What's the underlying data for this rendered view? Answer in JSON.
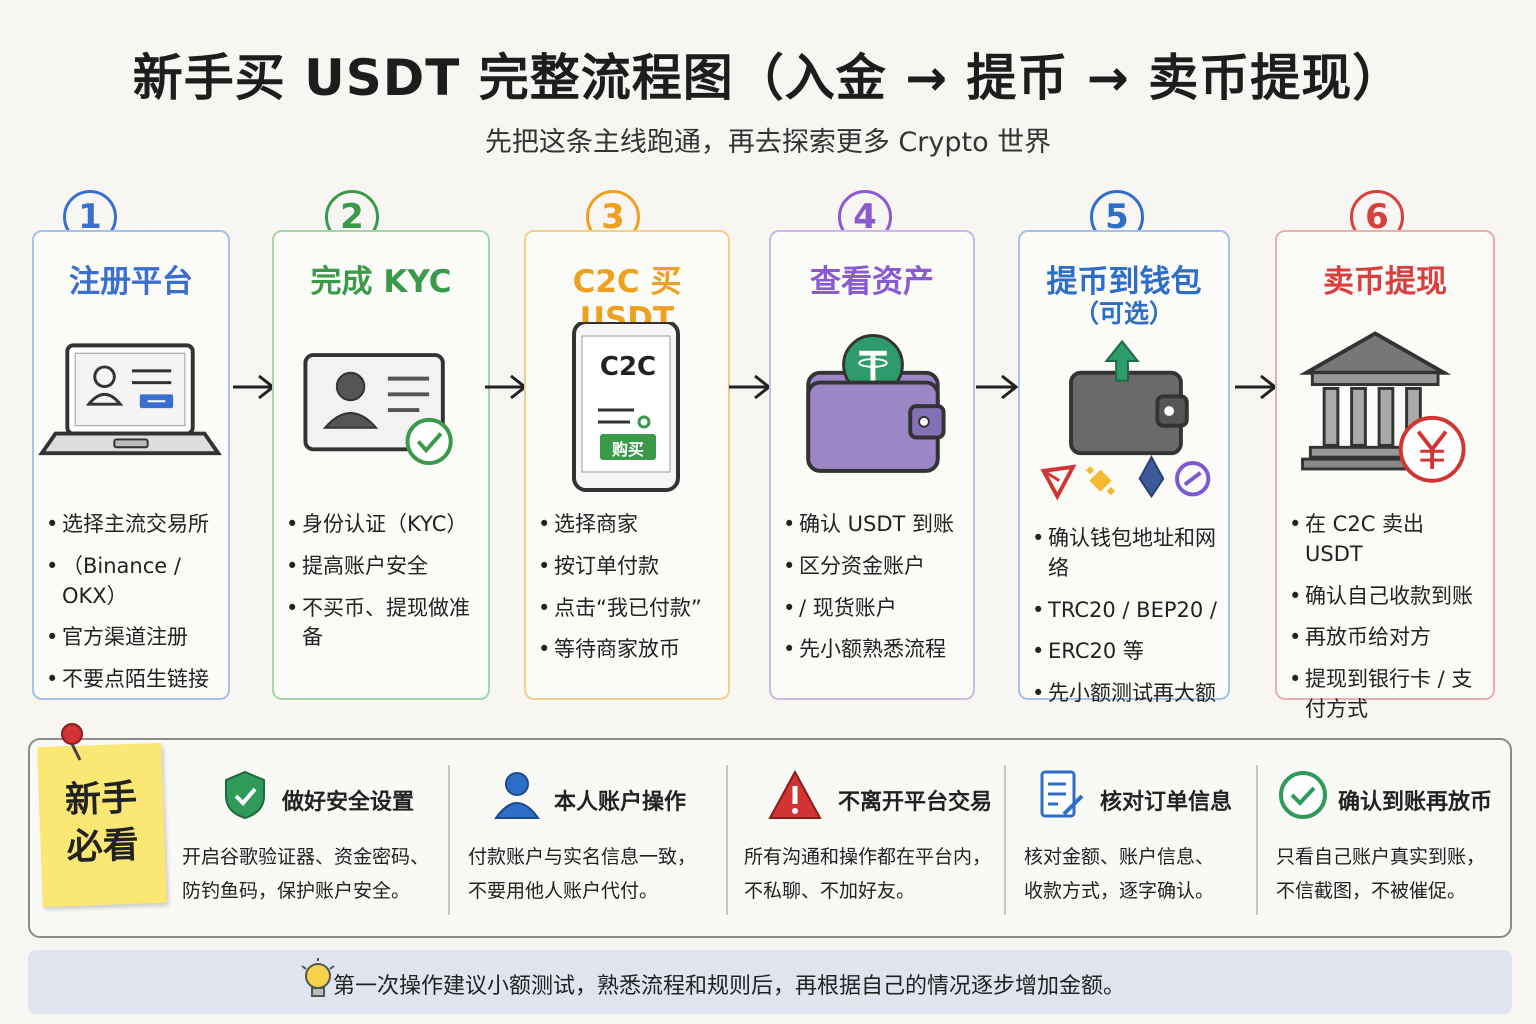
{
  "header": {
    "title": "新手买 USDT 完整流程图（入金 → 提币 → 卖币提现）",
    "subtitle": "先把这条主线跑通，再去探索更多 Crypto 世界"
  },
  "steps": [
    {
      "num": "1",
      "title": "注册平台",
      "sub": "",
      "color": "#3a6fd0",
      "illustration": "laptop-icon",
      "bullets": [
        "选择主流交易所",
        "（Binance / OKX）",
        "官方渠道注册",
        "不要点陌生链接"
      ]
    },
    {
      "num": "2",
      "title": "完成 KYC",
      "sub": "",
      "color": "#3a9a4a",
      "illustration": "id-card-icon",
      "bullets": [
        "身份认证（KYC）",
        "提高账户安全",
        "不买币、提现做准备"
      ]
    },
    {
      "num": "3",
      "title": "C2C 买 USDT",
      "sub": "",
      "color": "#f0a020",
      "illustration": "phone-icon",
      "phone_header": "C2C",
      "phone_button": "购买",
      "bullets": [
        "选择商家",
        "按订单付款",
        "点击“我已付款”",
        "等待商家放币"
      ]
    },
    {
      "num": "4",
      "title": "查看资产",
      "sub": "",
      "color": "#8a5ad0",
      "illustration": "wallet-icon",
      "bullets": [
        "确认 USDT 到账",
        "区分资金账户",
        "/ 现货账户",
        "先小额熟悉流程"
      ]
    },
    {
      "num": "5",
      "title": "提币到钱包",
      "sub": "（可选）",
      "color": "#2f6ec8",
      "illustration": "wallet-upload-icon",
      "bullets": [
        "确认钱包地址和网络",
        "TRC20 / BEP20 /",
        "ERC20 等",
        "先小额测试再大额"
      ]
    },
    {
      "num": "6",
      "title": "卖币提现",
      "sub": "",
      "color": "#d84040",
      "illustration": "bank-icon",
      "bullets": [
        "在 C2C 卖出 USDT",
        "确认自己收款到账",
        "再放币给对方",
        "提现到银行卡 / 支付方式"
      ]
    }
  ],
  "tips": {
    "sticky": [
      "新手",
      "必看"
    ],
    "items": [
      {
        "icon": "shield-check-icon",
        "title": "做好安全设置",
        "lines": [
          "开启谷歌验证器、资金密码、",
          "防钓鱼码，保护账户安全。"
        ]
      },
      {
        "icon": "user-icon",
        "title": "本人账户操作",
        "lines": [
          "付款账户与实名信息一致，",
          "不要用他人账户代付。"
        ]
      },
      {
        "icon": "warning-icon",
        "title": "不离开平台交易",
        "lines": [
          "所有沟通和操作都在平台内，",
          "不私聊、不加好友。"
        ]
      },
      {
        "icon": "document-edit-icon",
        "title": "核对订单信息",
        "lines": [
          "核对金额、账户信息、",
          "收款方式，逐字确认。"
        ]
      },
      {
        "icon": "check-circle-icon",
        "title": "确认到账再放币",
        "lines": [
          "只看自己账户真实到账，",
          "不信截图，不被催促。"
        ]
      }
    ]
  },
  "footer": {
    "text": "第一次操作建议小额测试，熟悉流程和规则后，再根据自己的情况逐步增加金额。"
  }
}
